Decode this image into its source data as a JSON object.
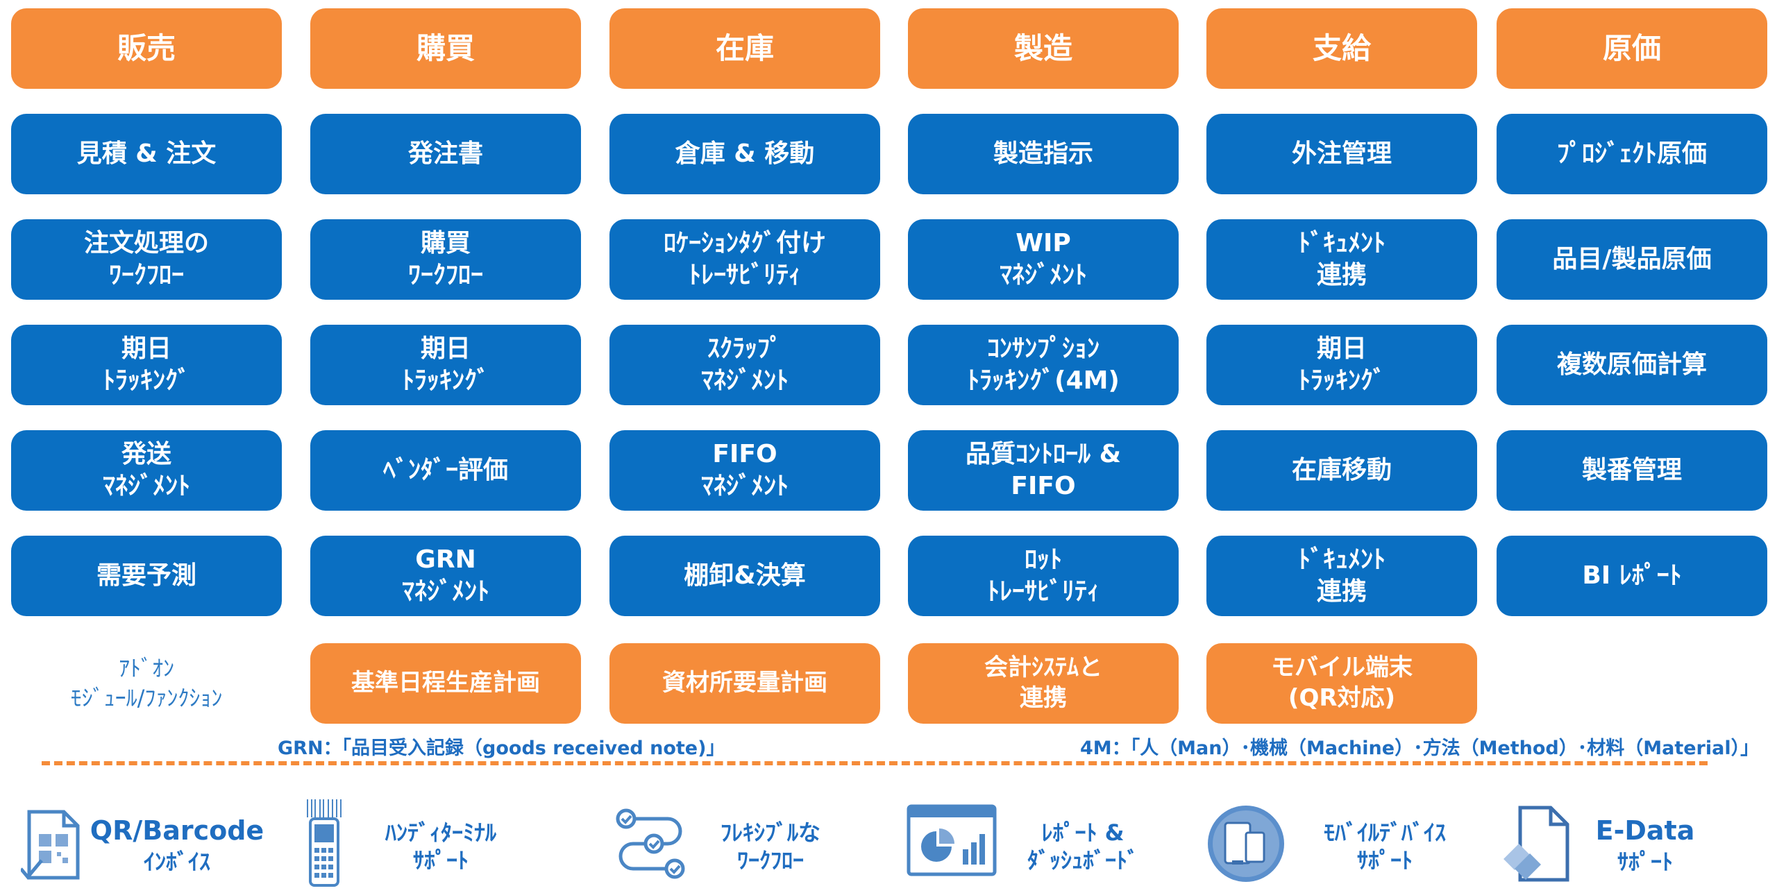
{
  "columns": [
    {
      "header": "販売",
      "items": [
        [
          "見積 & 注文"
        ],
        [
          "注文処理の",
          "ﾜｰｸﾌﾛｰ"
        ],
        [
          "期日",
          "ﾄﾗｯｷﾝｸﾞ"
        ],
        [
          "発送",
          "ﾏﾈｼﾞﾒﾝﾄ"
        ],
        [
          "需要予測"
        ]
      ]
    },
    {
      "header": "購買",
      "items": [
        [
          "発注書"
        ],
        [
          "購買",
          "ﾜｰｸﾌﾛｰ"
        ],
        [
          "期日",
          "ﾄﾗｯｷﾝｸﾞ"
        ],
        [
          "ﾍﾞﾝﾀﾞｰ評価"
        ],
        [
          "GRN",
          "ﾏﾈｼﾞﾒﾝﾄ"
        ]
      ]
    },
    {
      "header": "在庫",
      "items": [
        [
          "倉庫 & 移動"
        ],
        [
          "ﾛｹｰｼｮﾝﾀｸﾞ付け",
          "ﾄﾚｰｻﾋﾞﾘﾃｨ"
        ],
        [
          "ｽｸﾗｯﾌﾟ",
          "ﾏﾈｼﾞﾒﾝﾄ"
        ],
        [
          "FIFO",
          "ﾏﾈｼﾞﾒﾝﾄ"
        ],
        [
          "棚卸&決算"
        ]
      ]
    },
    {
      "header": "製造",
      "items": [
        [
          "製造指示"
        ],
        [
          "WIP",
          "ﾏﾈｼﾞﾒﾝﾄ"
        ],
        [
          "ｺﾝｻﾝﾌﾟｼｮﾝ",
          "ﾄﾗｯｷﾝｸﾞ(4M)"
        ],
        [
          "品質ｺﾝﾄﾛｰﾙ &",
          "FIFO"
        ],
        [
          "ﾛｯﾄ",
          "ﾄﾚｰｻﾋﾞﾘﾃｨ"
        ]
      ]
    },
    {
      "header": "支給",
      "items": [
        [
          "外注管理"
        ],
        [
          "ﾄﾞｷｭﾒﾝﾄ",
          "連携"
        ],
        [
          "期日",
          "ﾄﾗｯｷﾝｸﾞ"
        ],
        [
          "在庫移動"
        ],
        [
          "ﾄﾞｷｭﾒﾝﾄ",
          "連携"
        ]
      ]
    },
    {
      "header": "原価",
      "items": [
        [
          "ﾌﾟﾛｼﾞｪｸﾄ原価"
        ],
        [
          "品目/製品原価"
        ],
        [
          "複数原価計算"
        ],
        [
          "製番管理"
        ],
        [
          "BI ﾚﾎﾟｰﾄ"
        ]
      ]
    }
  ],
  "addon_label": [
    "ｱﾄﾞｵﾝ",
    "ﾓｼﾞｭｰﾙ/ﾌｧﾝｸｼｮﾝ"
  ],
  "addons": [
    {
      "col": 1,
      "lines": [
        "基準日程生産計画"
      ]
    },
    {
      "col": 2,
      "lines": [
        "資材所要量計画"
      ]
    },
    {
      "col": 3,
      "lines": [
        "会計ｼｽﾃﾑと",
        "連携"
      ]
    },
    {
      "col": 4,
      "lines": [
        "モバイル端末",
        "(QR対応)"
      ]
    }
  ],
  "notes": {
    "grn": "GRN：「品目受入記録（goods received note)」",
    "fourm": "4M：「人（Man）･機械（Machine）･方法（Method）･材料（Material）」"
  },
  "features": [
    {
      "icon": "qr-invoice-icon",
      "lines": [
        "QR/Barcode",
        "ｲﾝﾎﾞｲｽ"
      ]
    },
    {
      "icon": "handheld-terminal-icon",
      "lines": [
        "ﾊﾝﾃﾞｨﾀｰﾐﾅﾙ",
        "ｻﾎﾟｰﾄ"
      ]
    },
    {
      "icon": "workflow-icon",
      "lines": [
        "ﾌﾚｷｼﾌﾞﾙな",
        "ﾜｰｸﾌﾛｰ"
      ]
    },
    {
      "icon": "dashboard-icon",
      "lines": [
        "ﾚﾎﾟｰﾄ &",
        "ﾀﾞｯｼｭﾎﾞｰﾄﾞ"
      ]
    },
    {
      "icon": "mobile-device-icon",
      "lines": [
        "ﾓﾊﾞｲﾙﾃﾞﾊﾞｲｽ",
        "ｻﾎﾟｰﾄ"
      ]
    },
    {
      "icon": "edata-document-icon",
      "lines": [
        "E-Data",
        "ｻﾎﾟｰﾄ"
      ]
    }
  ],
  "colors": {
    "orange": "#F58C3A",
    "blue": "#0A6FC2",
    "text_blue": "#1F6DC0",
    "icon_blue": "#4A86C5"
  }
}
